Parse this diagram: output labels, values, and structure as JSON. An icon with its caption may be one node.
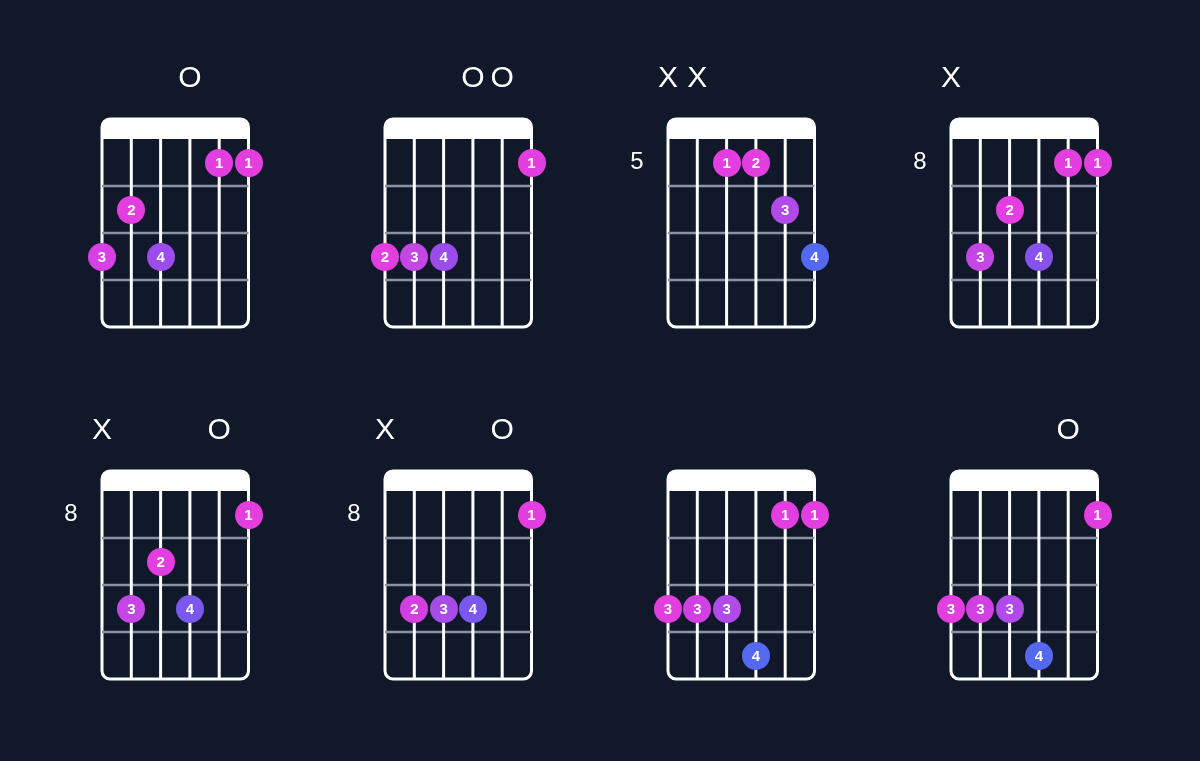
{
  "diagram": {
    "nodes": [
      {
        "text": [
          "1"
        ]
      },
      {
        "text": [
          "1"
        ]
      },
      {
        "text": [
          "2"
        ]
      },
      {
        "text": [
          "3"
        ]
      },
      {
        "text": [
          "4"
        ]
      },
      {
        "text": [
          "1"
        ]
      },
      {
        "text": [
          "2"
        ]
      },
      {
        "text": [
          "3"
        ]
      },
      {
        "text": [
          "4"
        ]
      },
      {
        "text": [
          "1"
        ]
      },
      {
        "text": [
          "2"
        ]
      },
      {
        "text": [
          "3"
        ]
      },
      {
        "text": [
          "4"
        ]
      },
      {
        "text": [
          "1"
        ]
      },
      {
        "text": [
          "1"
        ]
      },
      {
        "text": [
          "2"
        ]
      },
      {
        "text": [
          "3"
        ]
      },
      {
        "text": [
          "4"
        ]
      },
      {
        "text": [
          "1"
        ]
      },
      {
        "text": [
          "2"
        ]
      },
      {
        "text": [
          "3"
        ]
      },
      {
        "text": [
          "4"
        ]
      },
      {
        "text": [
          "1"
        ]
      },
      {
        "text": [
          "2"
        ]
      },
      {
        "text": [
          "3"
        ]
      },
      {
        "text": [
          "4"
        ]
      },
      {
        "text": [
          "1"
        ]
      },
      {
        "text": [
          "1"
        ]
      },
      {
        "text": [
          "3"
        ]
      },
      {
        "text": [
          "3"
        ]
      },
      {
        "text": [
          "3"
        ]
      },
      {
        "text": [
          "4"
        ]
      },
      {
        "text": [
          "1"
        ]
      },
      {
        "text": [
          "3"
        ]
      },
      {
        "text": [
          "3"
        ]
      },
      {
        "text": [
          "3"
        ]
      },
      {
        "text": [
          "4"
        ]
      }
    ],
    "labels": [
      "O",
      "O",
      "O",
      "X",
      "X",
      "X",
      "5",
      "8",
      "X",
      "O",
      "X",
      "O",
      "O",
      "8",
      "8"
    ]
  }
}
